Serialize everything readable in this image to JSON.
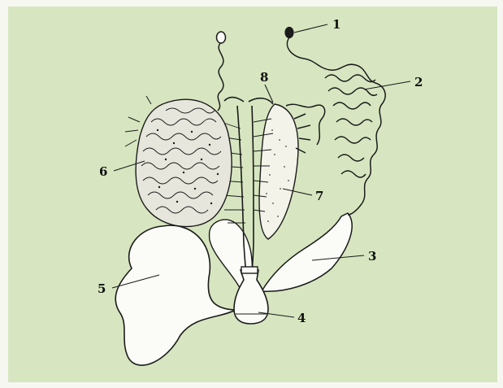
{
  "figure": {
    "background_color": "#d7e6c0",
    "ink_color": "#1b1b1b",
    "labels": [
      "1",
      "2",
      "3",
      "4",
      "5",
      "6",
      "7",
      "8"
    ]
  }
}
